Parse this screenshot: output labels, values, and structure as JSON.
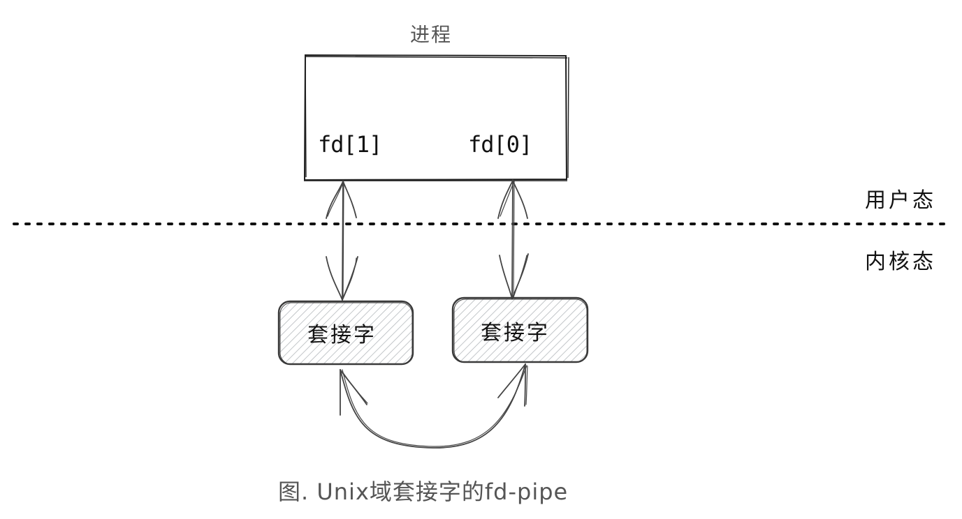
{
  "diagram": {
    "process": {
      "title": "进程",
      "fd_write_label": "fd[1]",
      "fd_read_label": "fd[0]"
    },
    "zones": {
      "user_space": "用户态",
      "kernel_space": "内核态"
    },
    "sockets": {
      "left": "套接字",
      "right": "套接字"
    },
    "caption": "图. Unix域套接字的fd-pipe",
    "colors": {
      "stroke": "#1e1e1e",
      "arrow": "#444444",
      "hatch": "#b4b8bc",
      "caption_text": "#555555"
    }
  }
}
